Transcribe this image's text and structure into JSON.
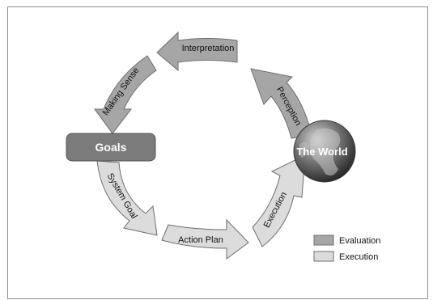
{
  "diagram": {
    "arrows": [
      {
        "id": "interpretation",
        "label": "Interpretation",
        "phase": "evaluation"
      },
      {
        "id": "making-sense",
        "label": "Making Sense",
        "phase": "evaluation"
      },
      {
        "id": "perception",
        "label": "Perception",
        "phase": "evaluation"
      },
      {
        "id": "system-goal",
        "label": "System Goal",
        "phase": "execution"
      },
      {
        "id": "action-plan",
        "label": "Action Plan",
        "phase": "execution"
      },
      {
        "id": "execution",
        "label": "Execution",
        "phase": "execution"
      }
    ],
    "goals": {
      "label": "Goals"
    },
    "world": {
      "label": "The World"
    },
    "legend": [
      {
        "label": "Evaluation",
        "phase": "evaluation"
      },
      {
        "label": "Execution",
        "phase": "execution"
      }
    ],
    "colors": {
      "evaluation_fill": "#a6a6a6",
      "execution_fill": "#dcdcdc",
      "goals_fill": "#7b7b7b",
      "stroke": "#6e6e6e",
      "globe_dark": "#2f2f2f",
      "globe_light": "#bdbdbd"
    }
  }
}
